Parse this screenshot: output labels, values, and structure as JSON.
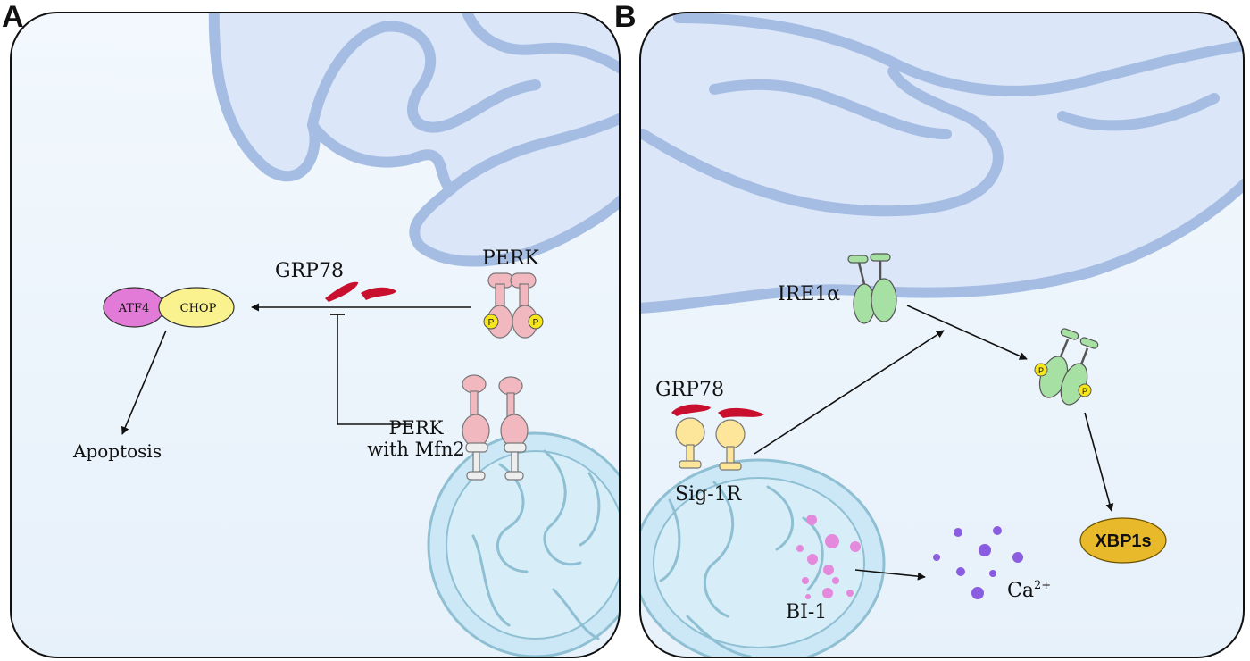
{
  "panels": {
    "a": {
      "letter": "A",
      "labels": {
        "grp78": "GRP78",
        "perk": "PERK",
        "atf4": "ATF4",
        "chop": "CHOP",
        "apoptosis": "Apoptosis",
        "perk_mfn2_line1": "PERK",
        "perk_mfn2_line2": "with Mfn2",
        "phospho": "P"
      }
    },
    "b": {
      "letter": "B",
      "labels": {
        "ire1a": "IRE1α",
        "grp78": "GRP78",
        "sig1r": "Sig-1R",
        "bi1": "BI-1",
        "ca": "Ca",
        "ca_charge": "2+",
        "xbp1s": "XBP1s",
        "phospho": "P"
      }
    }
  },
  "colors": {
    "panel_bg": "#f0f7fd",
    "er_membrane": "#a6bde3",
    "er_lumen": "#dbe6f8",
    "mitochondrion": "#cce8f6",
    "grp78": "#c8102e",
    "perk": "#f2b8c0",
    "atf4": "#e27ad8",
    "chop": "#f9f28f",
    "ire1a": "#a6e0a3",
    "sig1r": "#fde69a",
    "phospho": "#f7e61c",
    "xbp1s": "#e8b92a",
    "calcium": "#8a5ce0",
    "bi1": "#e489dc"
  }
}
